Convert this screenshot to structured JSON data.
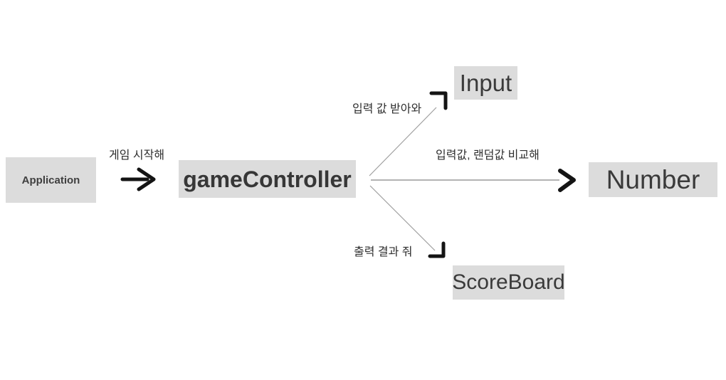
{
  "diagram": {
    "kind": "flow-diagram",
    "nodes": [
      {
        "id": "application",
        "label": "Application"
      },
      {
        "id": "game-controller",
        "label": "gameController"
      },
      {
        "id": "input",
        "label": "Input"
      },
      {
        "id": "number",
        "label": "Number"
      },
      {
        "id": "scoreboard",
        "label": "ScoreBoard"
      }
    ],
    "edges": [
      {
        "id": "application-to-gamecontroller",
        "from": "Application",
        "to": "gameController",
        "label": "게임 시작해"
      },
      {
        "id": "gamecontroller-to-input",
        "from": "gameController",
        "to": "Input",
        "label": "입력 값 받아와"
      },
      {
        "id": "gamecontroller-to-number",
        "from": "gameController",
        "to": "Number",
        "label": "입력값, 랜덤값 비교해"
      },
      {
        "id": "gamecontroller-to-scoreboard",
        "from": "gameController",
        "to": "ScoreBoard",
        "label": "출력 결과 줘"
      }
    ],
    "colors": {
      "background": "#ffffff",
      "node_background": "#dcdcdc",
      "node_text": "#3a3a3a",
      "edge_line": "#a3a3a3",
      "arrow_stroke": "#141414",
      "edge_label_text": "#2e2e2e"
    }
  }
}
